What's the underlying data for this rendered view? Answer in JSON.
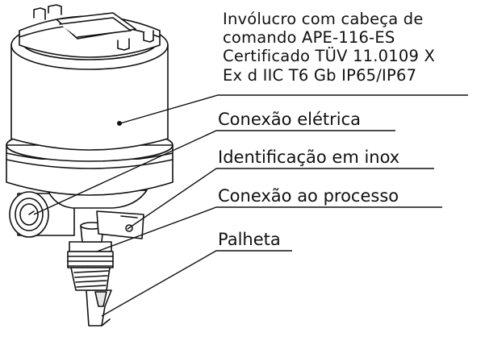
{
  "labels": {
    "enclosure": [
      "Invólucro com cabeça de",
      "comando APE-116-ES",
      "Certificado TÜV 11.0109 X",
      "Ex d IIC T6 Gb IP65/IP67"
    ],
    "electrical_connection": "Conexão elétrica",
    "stainless_id": "Identificação em inox",
    "process_connection": "Conexão ao processo",
    "paddle": "Palheta"
  },
  "colors": {
    "line": "#111111",
    "fill": "#ffffff",
    "shade": "#e6e6e6"
  }
}
